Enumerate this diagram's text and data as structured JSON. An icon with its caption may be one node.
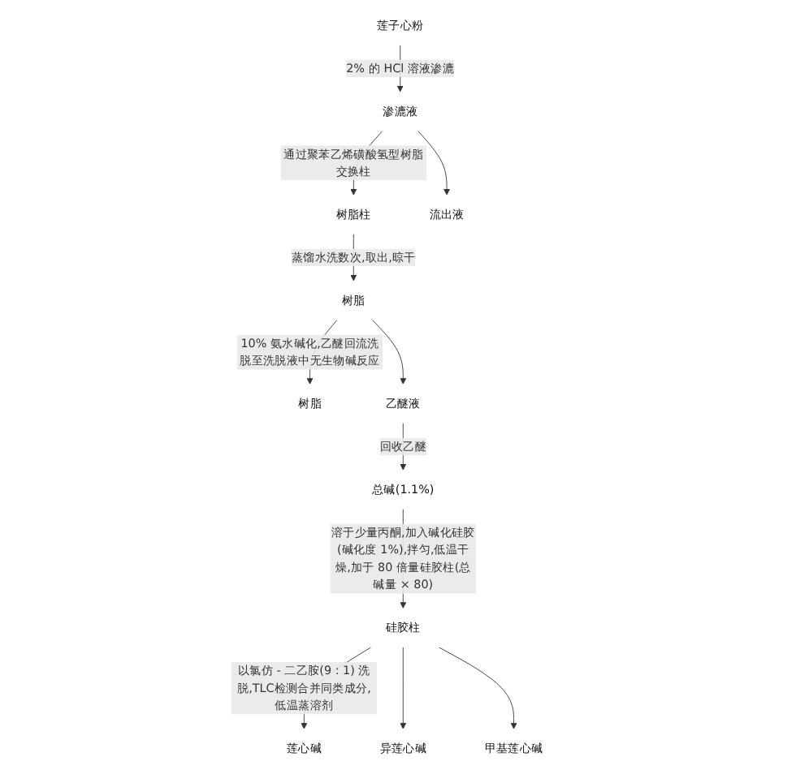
{
  "diagram": {
    "nodes": [
      {
        "text": [
          "莲子心粉"
        ]
      },
      {
        "text": [
          "渗漉液"
        ]
      },
      {
        "text": [
          "树脂柱"
        ]
      },
      {
        "text": [
          "流出液"
        ]
      },
      {
        "text": [
          "树脂"
        ]
      },
      {
        "text": [
          "树脂"
        ]
      },
      {
        "text": [
          "乙醚液"
        ]
      },
      {
        "text": [
          "总碱(1.1%)"
        ]
      },
      {
        "text": [
          "硅胶柱"
        ]
      },
      {
        "text": [
          "莲心碱"
        ]
      },
      {
        "text": [
          "异莲心碱"
        ]
      },
      {
        "text": [
          "甲基莲心碱"
        ]
      }
    ],
    "edges": [
      {
        "from": 0,
        "to": 1,
        "arrow": "to",
        "label": "2% 的 HCl 溶液渗漉"
      },
      {
        "from": 1,
        "to": 2,
        "arrow": "to",
        "label": "通过聚苯乙烯磺酸氢型树脂交换柱"
      },
      {
        "from": 1,
        "to": 3,
        "arrow": "to"
      },
      {
        "from": 2,
        "to": 4,
        "arrow": "to",
        "label": "蒸馏水洗数次,取出,晾干"
      },
      {
        "from": 4,
        "to": 5,
        "arrow": "to",
        "label": "10% 氨水碱化,乙醚回流洗脱至洗脱液中无生物碱反应"
      },
      {
        "from": 4,
        "to": 6,
        "arrow": "to"
      },
      {
        "from": 6,
        "to": 7,
        "arrow": "to",
        "label": "回收乙醚"
      },
      {
        "from": 7,
        "to": 8,
        "arrow": "to",
        "label": "溶于少量丙酮,加入碱化硅胶(碱化度 1%),拌匀,低温干燥,加于 80 倍量硅胶柱(总碱量 × 80)"
      },
      {
        "from": 8,
        "to": 9,
        "arrow": "to",
        "label": "以氯仿 - 二乙胺(9 : 1) 洗脱,TLC检测合并同类成分,低温蒸溶剂"
      },
      {
        "from": 8,
        "to": 10,
        "arrow": "to"
      },
      {
        "from": 8,
        "to": 11,
        "arrow": "to"
      }
    ]
  }
}
